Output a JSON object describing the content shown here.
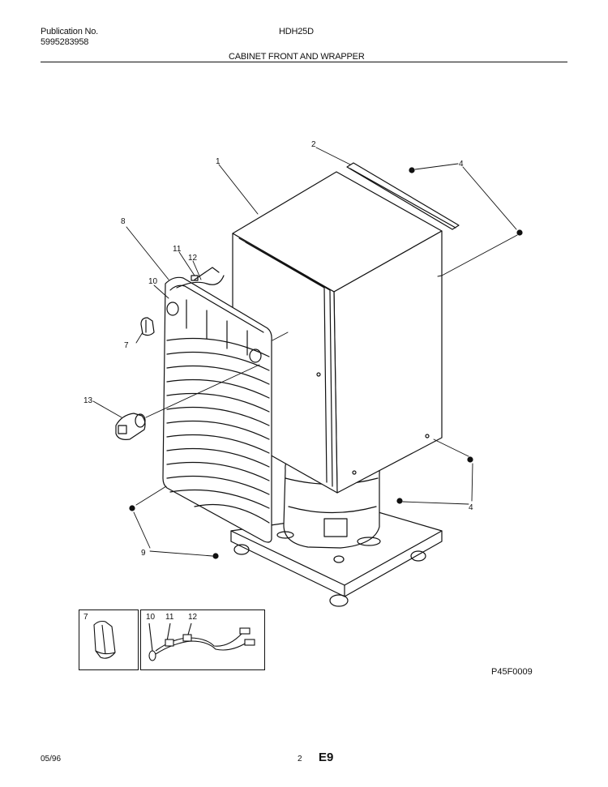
{
  "header": {
    "publication_label": "Publication No.",
    "publication_number": "5995283958",
    "model": "HDH25D",
    "section_title": "CABINET FRONT AND WRAPPER"
  },
  "callouts": {
    "c1": "1",
    "c2": "2",
    "c4a": "4",
    "c4b": "4",
    "c7": "7",
    "c8": "8",
    "c9": "9",
    "c10": "10",
    "c11": "11",
    "c12": "12",
    "c13": "13"
  },
  "insets": {
    "left_label": "7",
    "right_labels": [
      "10",
      "11",
      "12"
    ]
  },
  "figure_code": "P45F0009",
  "footer": {
    "date": "05/96",
    "page": "2",
    "code": "E9"
  }
}
